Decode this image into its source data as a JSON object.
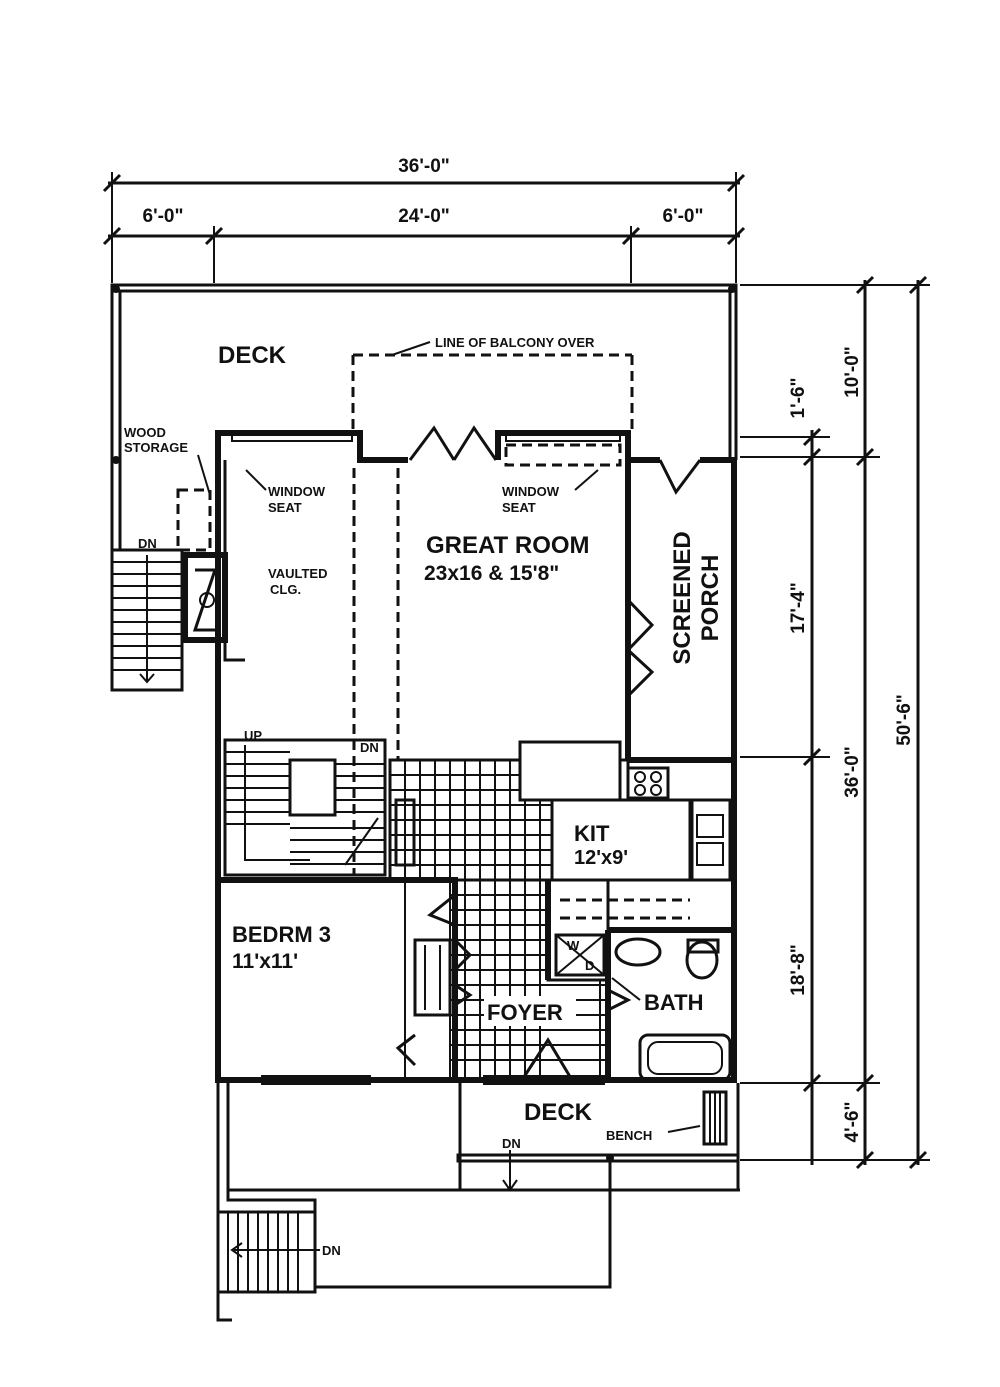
{
  "dimensions": {
    "overall_width": "36'-0\"",
    "left_section": "6'-0\"",
    "center_section": "24'-0\"",
    "right_section": "6'-0\"",
    "top_deck_depth": "10'-0\"",
    "offset": "1'-6\"",
    "porch_depth": "17'-4\"",
    "house_depth": "36'-0\"",
    "lower_depth": "18'-8\"",
    "front_deck_depth": "4'-6\"",
    "overall_depth": "50'-6\""
  },
  "rooms": {
    "deck_top": "DECK",
    "great_room_name": "GREAT ROOM",
    "great_room_size": "23x16 & 15'8\"",
    "screened_porch_line1": "SCREENED",
    "screened_porch_line2": "PORCH",
    "kitchen_name": "KIT",
    "kitchen_size": "12'x9'",
    "bedroom_name": "BEDRM 3",
    "bedroom_size": "11'x11'",
    "foyer": "FOYER",
    "bath": "BATH",
    "deck_front": "DECK"
  },
  "notes": {
    "balcony": "LINE OF BALCONY OVER",
    "wood_storage_line1": "WOOD",
    "wood_storage_line2": "STORAGE",
    "window_seat_left_1": "WINDOW",
    "window_seat_left_2": "SEAT",
    "window_seat_right_1": "WINDOW",
    "window_seat_right_2": "SEAT",
    "vaulted_1": "VAULTED",
    "vaulted_2": "CLG.",
    "dn_left_stair": "DN",
    "up_stair": "UP",
    "dn_stair": "DN",
    "dn_front_deck": "DN",
    "dn_bottom_stair": "DN",
    "bench": "BENCH",
    "washer": "W",
    "dryer": "D"
  }
}
